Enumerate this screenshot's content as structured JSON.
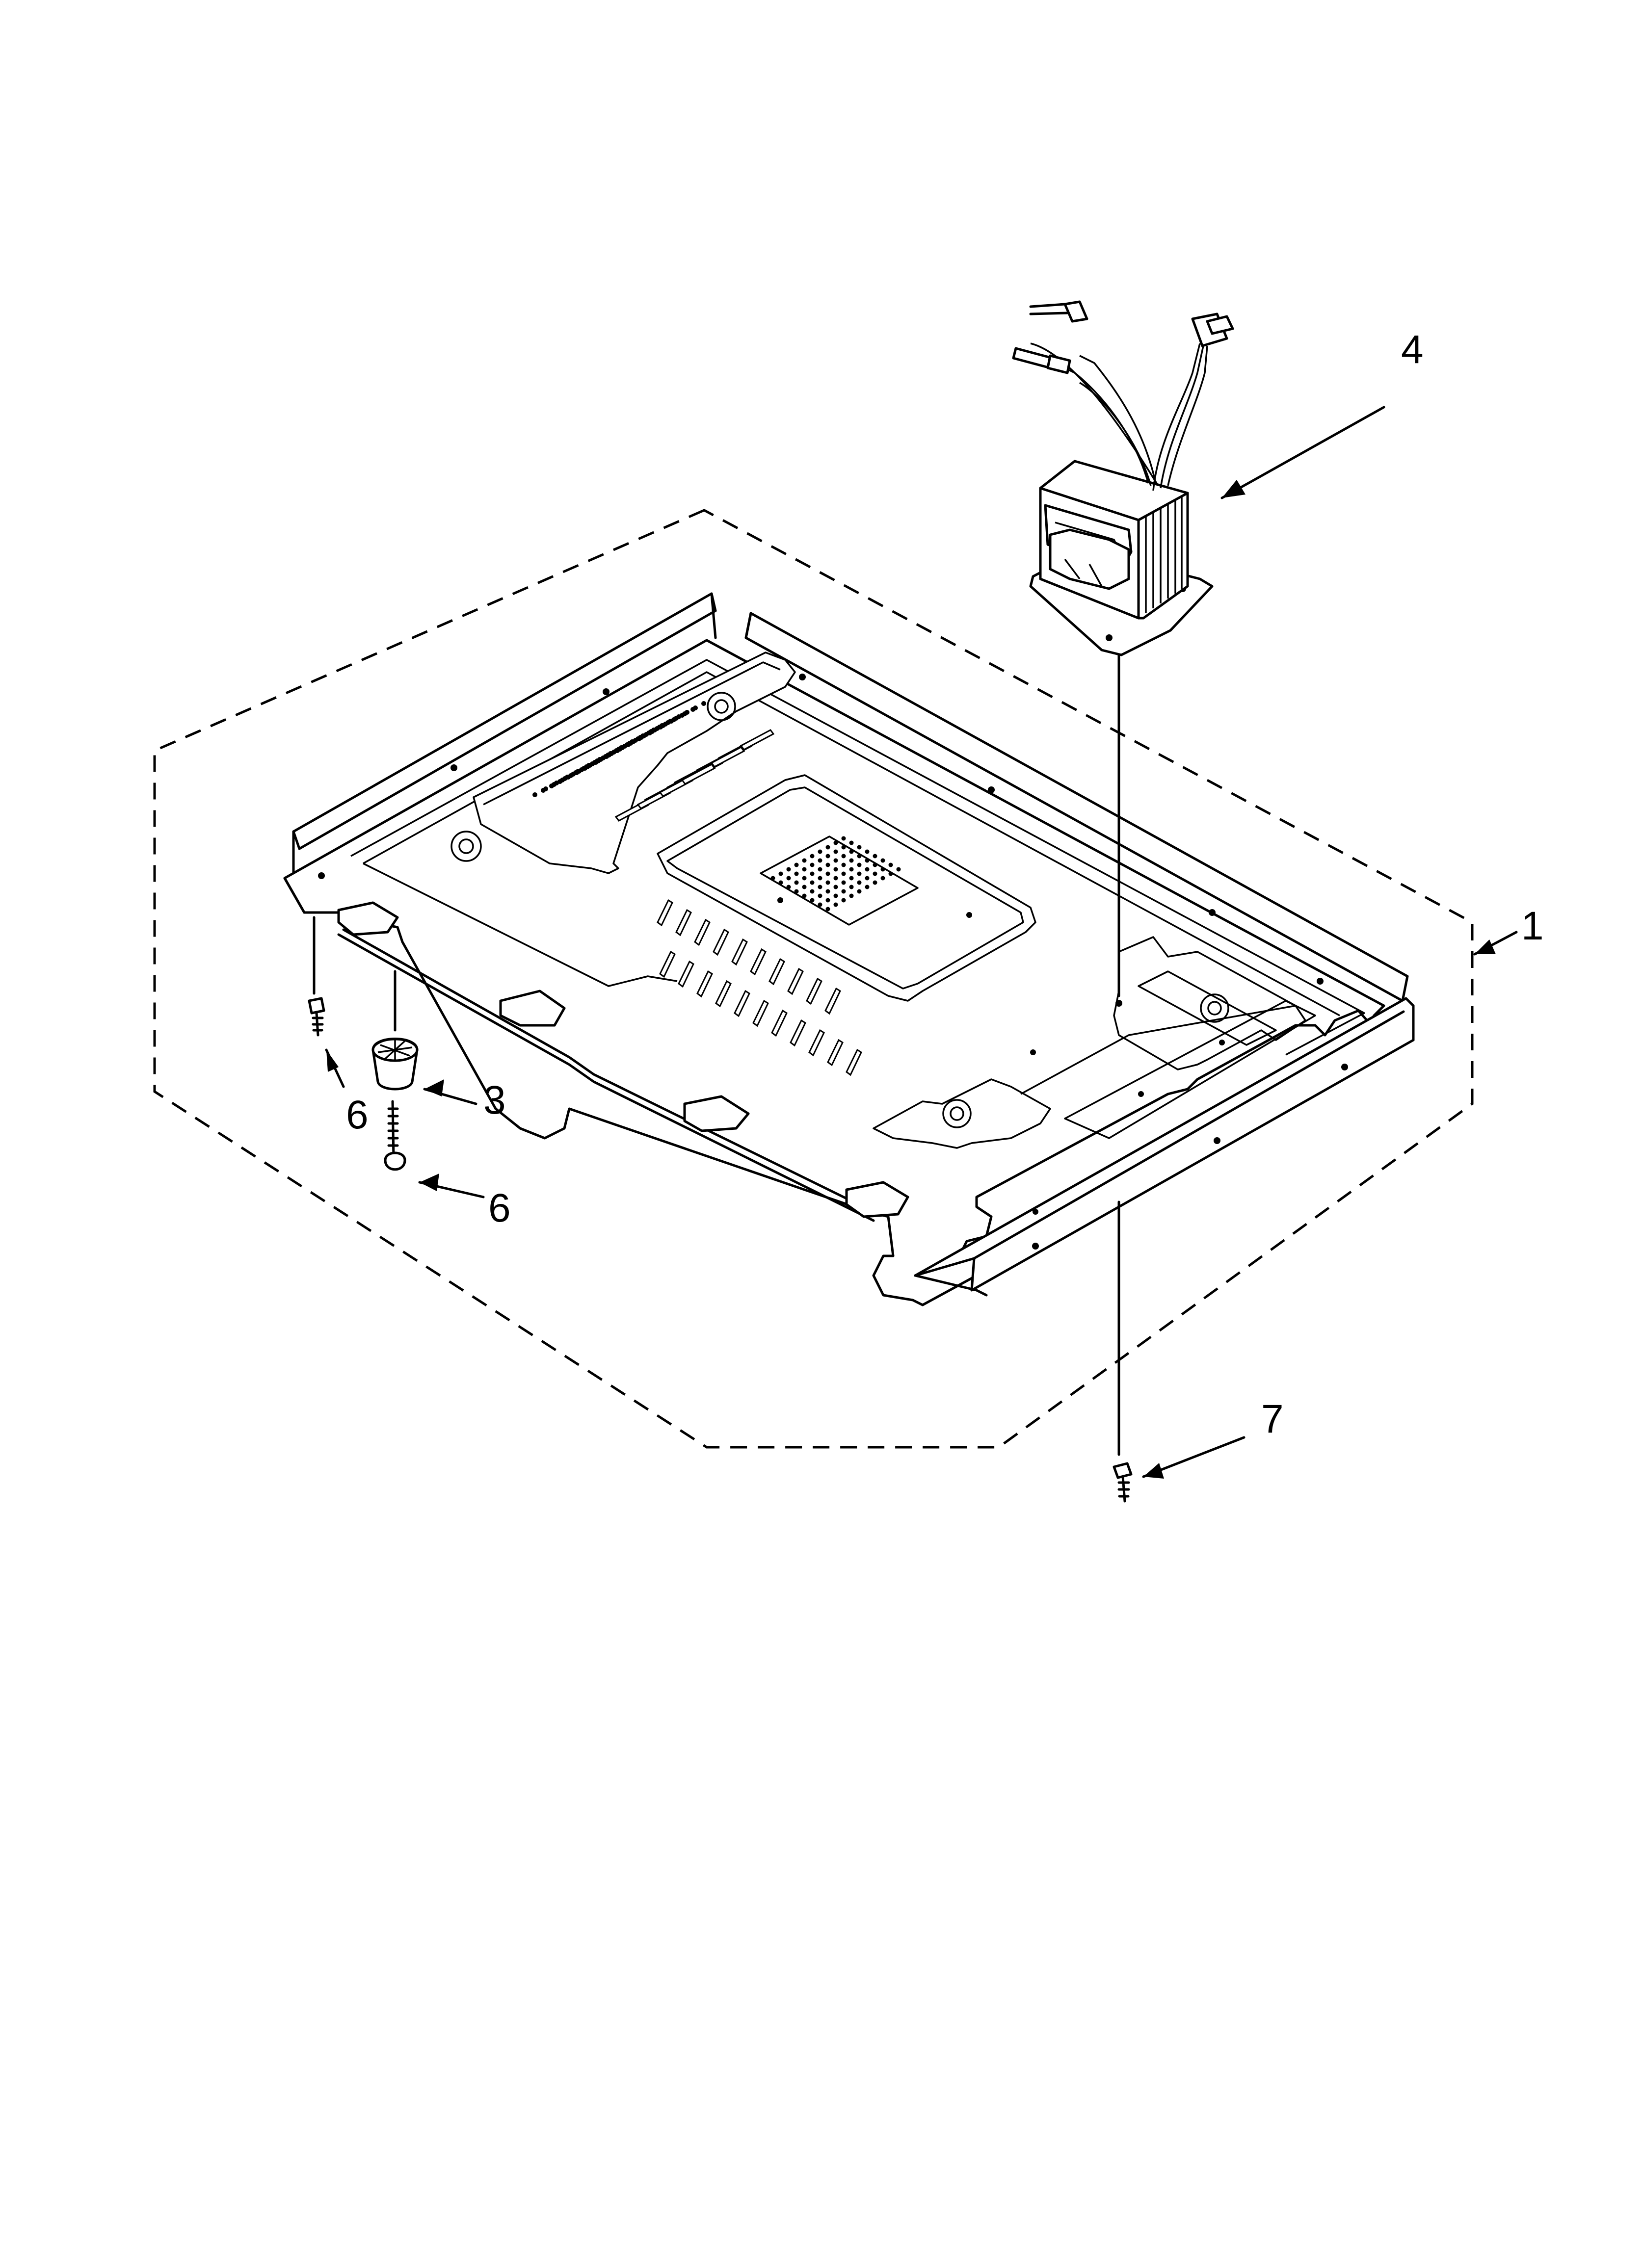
{
  "diagram": {
    "type": "exploded-parts-diagram",
    "callouts": [
      {
        "id": "part-1",
        "label": "1"
      },
      {
        "id": "part-3",
        "label": "3"
      },
      {
        "id": "part-4",
        "label": "4"
      },
      {
        "id": "part-6a",
        "label": "6"
      },
      {
        "id": "part-6b",
        "label": "6"
      },
      {
        "id": "part-7",
        "label": "7"
      }
    ]
  },
  "colors": {
    "line": "#000000",
    "background": "#ffffff",
    "fill": "#ffffff"
  }
}
